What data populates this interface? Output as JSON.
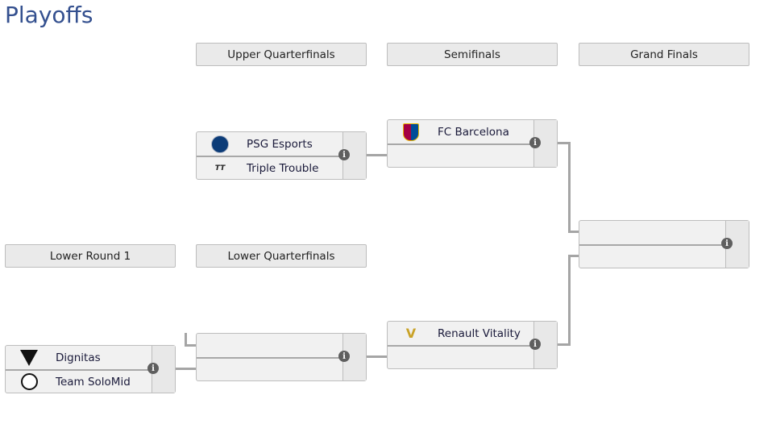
{
  "title": "Playoffs",
  "headers": {
    "upper_qf": "Upper Quarterfinals",
    "semis": "Semifinals",
    "grand_finals": "Grand Finals",
    "lower_r1": "Lower Round 1",
    "lower_qf": "Lower Quarterfinals"
  },
  "matches": {
    "uqf": {
      "team1": "PSG Esports",
      "team2": "Triple Trouble"
    },
    "sf1": {
      "team1": "FC Barcelona",
      "team2": ""
    },
    "gf": {
      "team1": "",
      "team2": ""
    },
    "sf2": {
      "team1": "Renault Vitality",
      "team2": ""
    },
    "lqf": {
      "team1": "",
      "team2": ""
    },
    "lr1": {
      "team1": "Dignitas",
      "team2": "Team SoloMid"
    }
  },
  "info_label": "i"
}
